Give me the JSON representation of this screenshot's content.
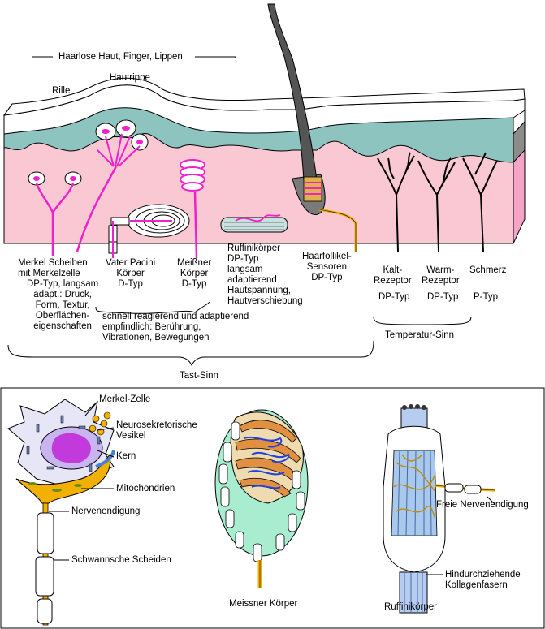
{
  "top": {
    "title": "Haarlose Haut, Finger, Lippen",
    "rille": "Rille",
    "hautrippe": "Hautrippe",
    "merkel": "Merkel Scheiben\nmit Merkelzelle",
    "merkel_details": "DP-Typ, langsam\nadapt.: Druck,\nForm, Textur,\nOberflächen-\neigenschaften",
    "pacini": "Vater Pacini\nKörper\nD-Typ",
    "meissner": "Meißner\nKörper\nD-Typ",
    "ruffini": "Ruffinikörper\nDP-Typ\nlangsam\nadaptierend\nHautspannung,\nHautverschiebung",
    "haarfollikel": "Haarfollikel-\nSensoren\nDP-Typ",
    "kalt": "Kalt-\nRezeptor",
    "kalt_type": "DP-Typ",
    "warm": "Warm-\nRezeptor",
    "warm_type": "DP-Typ",
    "schmerz": "Schmerz",
    "schmerz_type": "P-Typ",
    "schnell": "schnell reagierend und adaptierend\nempfindlich: Berührung,\nVibrationen, Bewegungen",
    "temperatur": "Temperatur-Sinn",
    "tast": "Tast-Sinn"
  },
  "bottom": {
    "merkel_zelle": "Merkel-Zelle",
    "vesikel": "Neurosekretorische\nVesikel",
    "kern": "Kern",
    "mitochondrien": "Mitochondrien",
    "nervenendigung": "Nervenendigung",
    "schwann": "Schwannsche Scheiden",
    "meissner_caption": "Meissner Körper",
    "freie": "Freie Nervenendigung",
    "kollagen": "Hindurchziehende\nKollagenfasern",
    "ruffini_caption": "Ruffinikörper"
  },
  "colors": {
    "dermis": "#f9c8d2",
    "epidermis": "#8ec4c0",
    "nerve": "#ee22cc",
    "yellow": "#f2b000",
    "frame": "#000000"
  }
}
